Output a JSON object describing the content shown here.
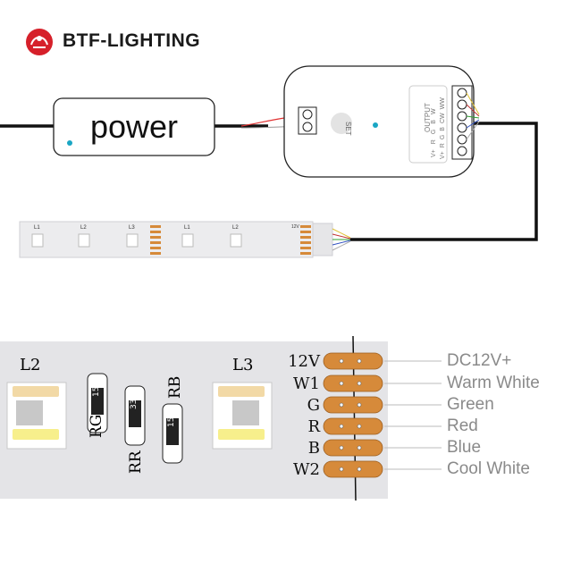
{
  "brand": {
    "name": "BTF-LIGHTING",
    "logo_icon": "leaf-flower-logo-icon",
    "accent": "#d6202a"
  },
  "power": {
    "label": "power"
  },
  "controller": {
    "set_label": "SET",
    "output_label": "OUTPUT",
    "pins_left": [
      "V+",
      "R",
      "G",
      "B",
      "W"
    ],
    "pins_right": [
      "V+",
      "R",
      "G",
      "B",
      "CW",
      "WW"
    ]
  },
  "strip": {
    "segments": [
      "L1",
      "L2",
      "L3",
      "L1",
      "L2"
    ],
    "pad_label": "12V"
  },
  "closeup": {
    "leds": [
      "L2",
      "L3"
    ],
    "resistors": [
      "151",
      "331",
      "151"
    ],
    "resistor_labels": [
      "RG",
      "RR",
      "RB"
    ],
    "pins": [
      {
        "pin": "12V",
        "desc": "DC12V+"
      },
      {
        "pin": "W1",
        "desc": "Warm White"
      },
      {
        "pin": "G",
        "desc": "Green"
      },
      {
        "pin": "R",
        "desc": "Red"
      },
      {
        "pin": "B",
        "desc": "Blue"
      },
      {
        "pin": "W2",
        "desc": "Cool White"
      }
    ]
  },
  "colors": {
    "pad": "#d68a3a",
    "strip": "#ececee",
    "wire": "#111111",
    "dot": "#1aa6c4"
  }
}
